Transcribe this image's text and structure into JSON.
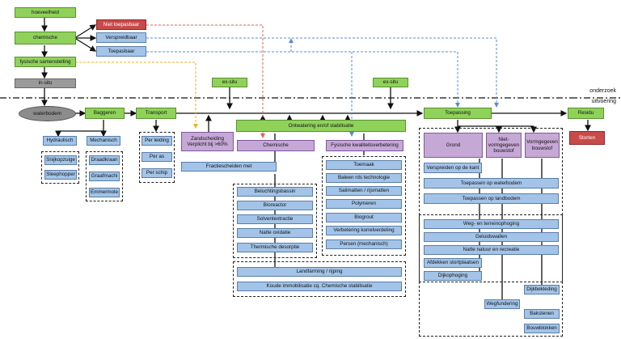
{
  "labels": {
    "hoeveelheid": "hoeveelheid",
    "chemische": "chemische",
    "fysische": "fysische samenstelling",
    "insitu": "in-situ",
    "niet_toepasbaar": "Niet toepasbaar",
    "verspreidbaar": "Verspreidbaar",
    "toepasbaar": "Toepasbaar",
    "exsitu": "ex-situ",
    "onderzoek": "onderzoek",
    "uitvoering": "uitvoering",
    "waterbodem": "waterbodem",
    "baggeren": "Baggeren",
    "transport": "Transport",
    "toepassing": "Toepassing",
    "residu": "Residu",
    "storten": "Storten",
    "hydraulisch": "Hydraulisch",
    "mechanisch": "Mechanisch",
    "snijkopzuiger": "Snijkopzuige",
    "sleephopper": "Sleephopper",
    "draadkraan": "Draadkraan",
    "graafmachine": "Graafmachi",
    "emmermolen": "Emmermole",
    "per_leiding": "Per leiding",
    "per_as": "Per as",
    "per_schip": "Per schip",
    "zandscheiding": "Zandscheiding Verplicht bij >60%",
    "ontwatering": "Ontwatering en/of stabilisatie",
    "chemische_b": "Chemische",
    "fysische_kwal": "Fysische kwaliteitsverbetering",
    "fractiescheiden": "Fractiescheiden met",
    "chem_items": [
      "Beluchtingsbassin",
      "Bioreactor",
      "Solventextractie",
      "Natte oxidatie",
      "Thermische desorptie"
    ],
    "fys_items": [
      "Toemaak",
      "Baleen rds technologie",
      "Salimatten / rijsmatten",
      "Polymeren",
      "Biogrout",
      "Verbetering korrelverdeling",
      "Persen (mechanisch)"
    ],
    "landfarming": "Landfarming / rijping",
    "koude": "Koude immobilisatie cq. Chemische stabilisatie",
    "grond": "Grond",
    "niet_vormgegeven": "Niet-vormgegeven bouwstof",
    "vormgegeven": "Vormgegeven bouwstof",
    "verspreiden": "Verspreiden op de kant",
    "toepassen_water": "Toepassen op waterbodem",
    "toepassen_land": "Toepassen op landbodem",
    "land_items": [
      "Weg- en terreinophoging",
      "Geluidswallen",
      "Natte natuur en recreatie",
      "Afdekken stortplaatsen",
      "Dijkophoging"
    ],
    "wegfundering": "Wegfundering",
    "dijkbekleding": "Dijkbekleding",
    "bakstenen": "Bakstenen",
    "bouwblokken": "Bouwblokken"
  },
  "colors": {
    "green": "#8fd25a",
    "blue": "#a3c4e8",
    "red": "#c94a4a",
    "purple": "#c6a8d6",
    "grey": "#9a9a9a",
    "red_dash": "#e0605a",
    "blue_dash": "#5a8fd0",
    "yellow_dash": "#f0b020"
  }
}
